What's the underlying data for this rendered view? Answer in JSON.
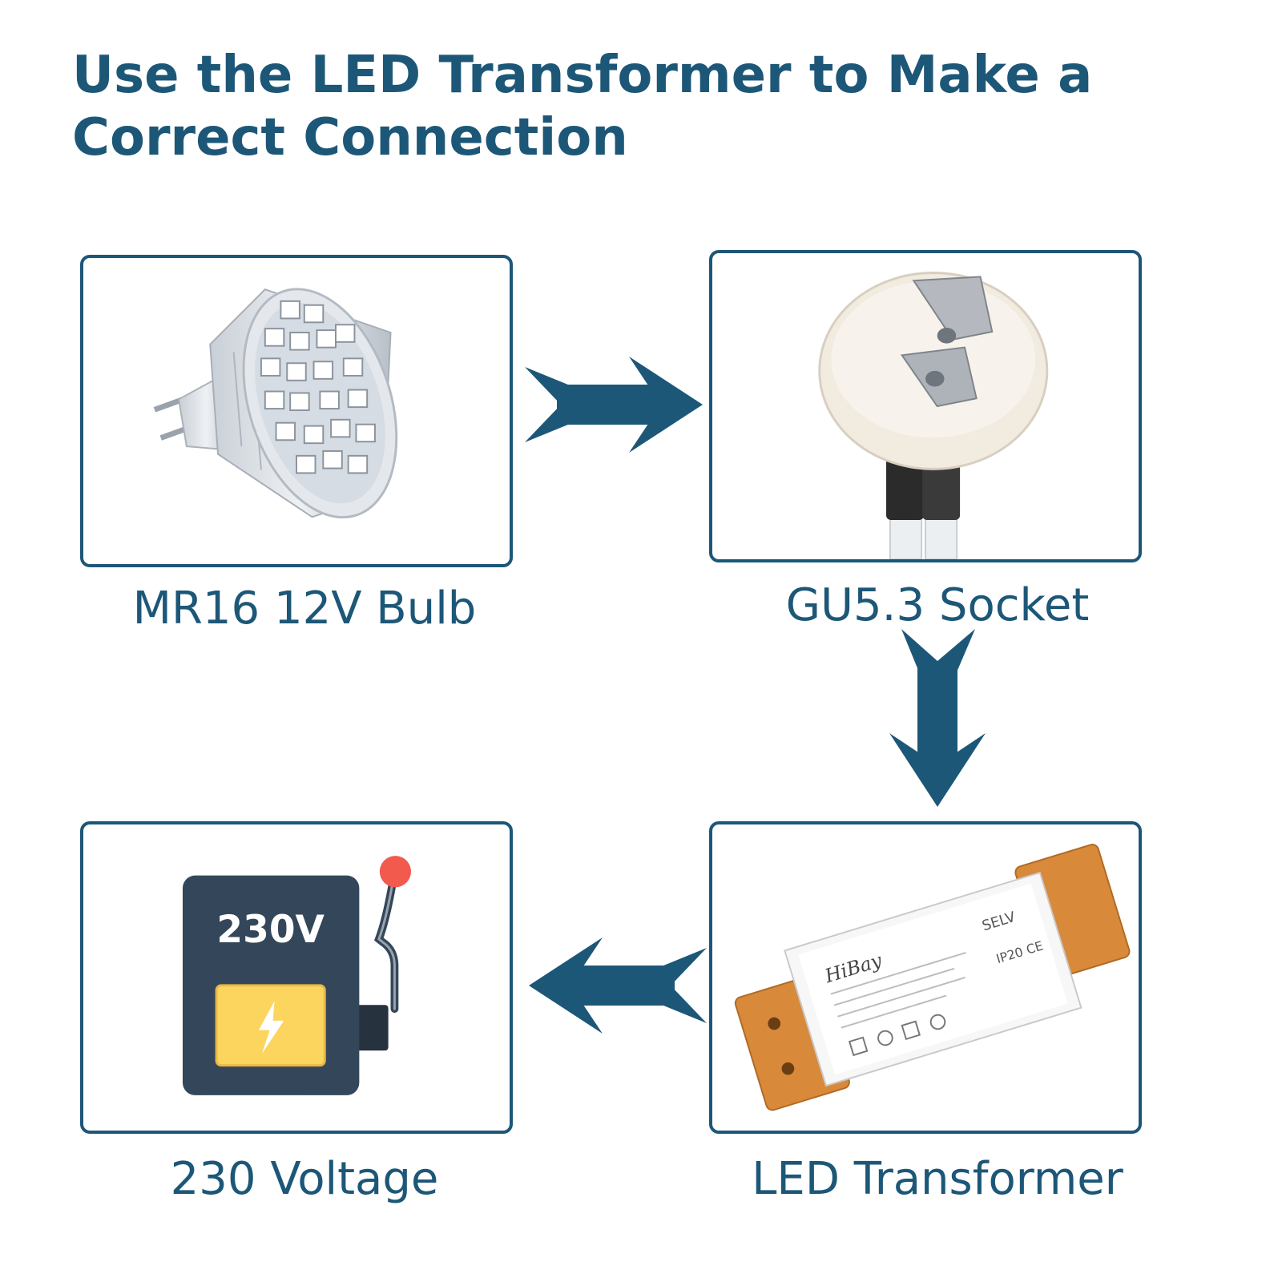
{
  "title": "Use the LED Transformer to Make a Correct Connection",
  "steps": [
    {
      "label": "MR16 12V Bulb"
    },
    {
      "label": "GU5.3 Socket"
    },
    {
      "label": "LED Transformer"
    },
    {
      "label": "230 Voltage"
    }
  ],
  "voltage_display": "230V",
  "transformer_markings": {
    "brand": "HiBay",
    "selv": "SELV",
    "ip": "IP20",
    "ce": "CE"
  },
  "colors": {
    "accent": "#1d5778",
    "transformer_casing": "#d9893a",
    "panel_dark": "#34475a",
    "bolt_yellow": "#fcd55e",
    "knob_red": "#f25a4e"
  },
  "icons": [
    "bulb-image",
    "socket-image",
    "transformer-image",
    "power-box-icon",
    "lightning-bolt-icon",
    "arrow-right-icon",
    "arrow-down-icon",
    "arrow-left-icon"
  ]
}
